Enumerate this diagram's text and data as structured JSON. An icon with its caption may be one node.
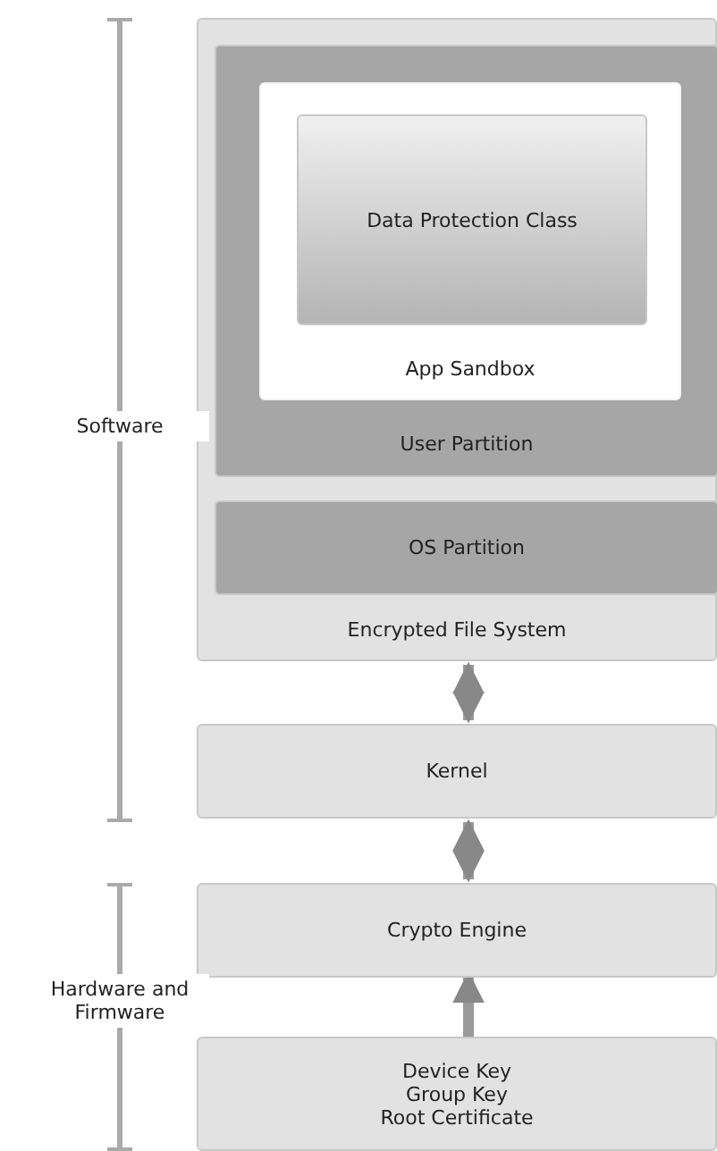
{
  "diagram": {
    "nodes": [
      {
        "text": [
          "Encrypted File System"
        ]
      },
      {
        "text": [
          "User Partition"
        ],
        "in": 0
      },
      {
        "text": [
          "App Sandbox"
        ],
        "in": 1
      },
      {
        "text": [
          "Data Protection Class"
        ],
        "in": 2
      },
      {
        "text": [
          "OS Partition"
        ],
        "in": 0
      },
      {
        "text": [
          "Kernel"
        ]
      },
      {
        "text": [
          "Crypto Engine"
        ]
      },
      {
        "text": [
          "Device Key",
          "Group Key",
          "Root Certificate"
        ]
      }
    ],
    "edges": [
      {
        "from": 0,
        "to": 5,
        "arrow": "both"
      },
      {
        "from": 5,
        "to": 6,
        "arrow": "both"
      },
      {
        "from": 7,
        "to": 6,
        "arrow": "to"
      }
    ],
    "labels": [
      "Software",
      "Hardware and Firmware"
    ]
  }
}
